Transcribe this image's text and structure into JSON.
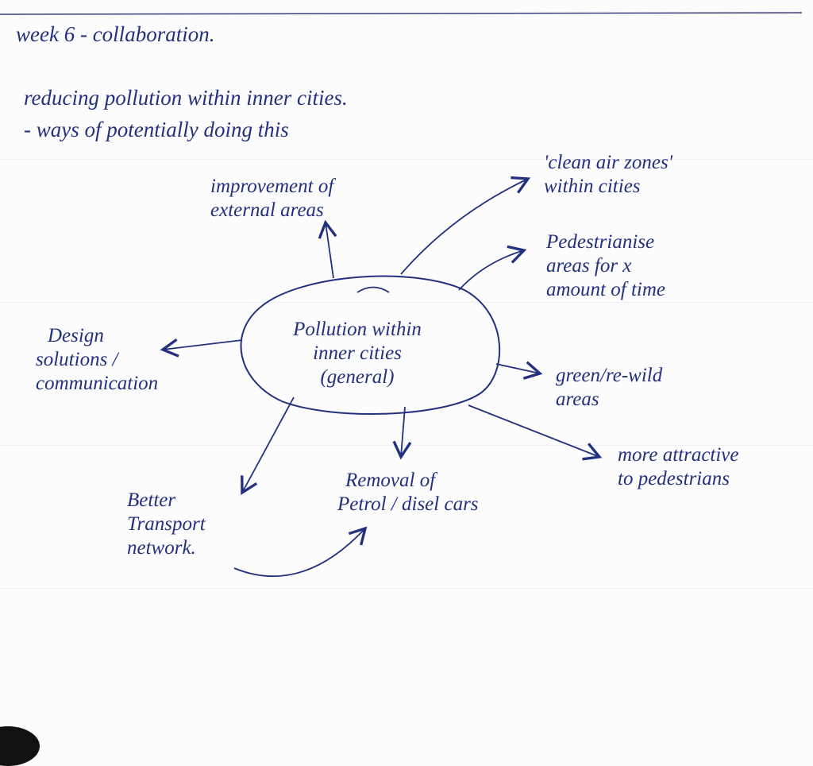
{
  "header": {
    "title": "week 6 - collaboration.",
    "topic_line1": "reducing pollution within inner cities.",
    "topic_line2": "- ways of potentially doing this"
  },
  "center_node": {
    "line1": "Pollution within",
    "line2": "inner cities",
    "line3": "(general)"
  },
  "branches": [
    {
      "line1": "improvement of",
      "line2": "external areas"
    },
    {
      "line1": "'clean air zones'",
      "line2": "within cities"
    },
    {
      "line1": "Pedestrianise",
      "line2": "areas for x",
      "line3": "amount of time"
    },
    {
      "line1": "green/re-wild",
      "line2": "areas"
    },
    {
      "line1": "more attractive",
      "line2": "to pedestrians"
    },
    {
      "line1": "Removal of",
      "line2": "Petrol / disel cars"
    },
    {
      "line1": "Better",
      "line2": "Transport",
      "line3": "network."
    },
    {
      "line1": "Design",
      "line2": "solutions /",
      "line3": "communication"
    }
  ],
  "ink_color": "#23307e"
}
